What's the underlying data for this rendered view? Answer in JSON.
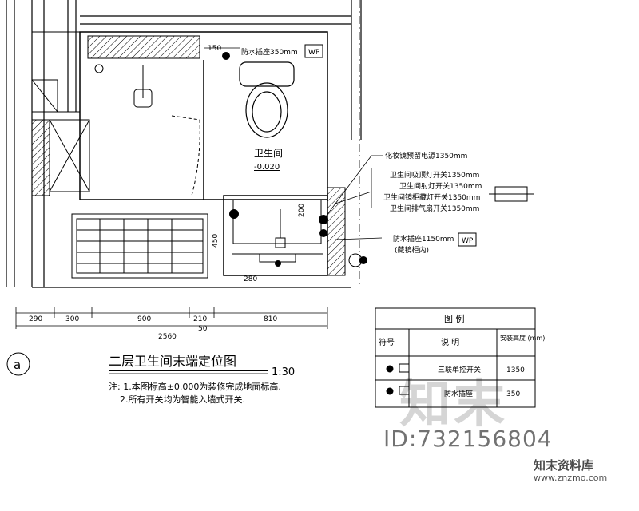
{
  "room": {
    "name": "卫生间",
    "elevation": "-0.020"
  },
  "dimensions": {
    "bottom": [
      "290",
      "300",
      "900",
      "210",
      "810"
    ],
    "total": "2560",
    "gap": "50",
    "vanity_width": "280",
    "vanity_height": "450",
    "vanity_offset": "200",
    "top_offset": "150"
  },
  "callouts": {
    "top_socket": "防水插座350mm",
    "mirror_power": "化妆镜预留电源1350mm",
    "switch_1": "卫生间吸顶灯开关1350mm",
    "switch_2": "卫生间射灯开关1350mm",
    "switch_3": "卫生间镜柜藏灯开关1350mm",
    "switch_4": "卫生间排气扇开关1350mm",
    "lower_socket": "防水插座1150mm",
    "lower_socket_note": "(藏镜柜内)",
    "wp_tag": "WP"
  },
  "title": {
    "main": "二层卫生间末端定位图",
    "scale": "1:30"
  },
  "notes": {
    "line1": "注: 1.本图标高±0.000为装修完成地面标高.",
    "line2": "2.所有开关均为智能入墙式开关."
  },
  "legend": {
    "heading": "图   例",
    "col_symbol": "符号",
    "col_desc": "说 明",
    "col_height": "安装高度\n(mm)",
    "rows": [
      {
        "desc": "三联单控开关",
        "height": "1350"
      },
      {
        "desc": "防水插座",
        "height": "350"
      }
    ]
  },
  "grid_axis": "a",
  "branding": {
    "big": "知末",
    "id": "ID:732156804",
    "site_cn": "知末资料库",
    "site_url": "www.znzmo.com"
  }
}
